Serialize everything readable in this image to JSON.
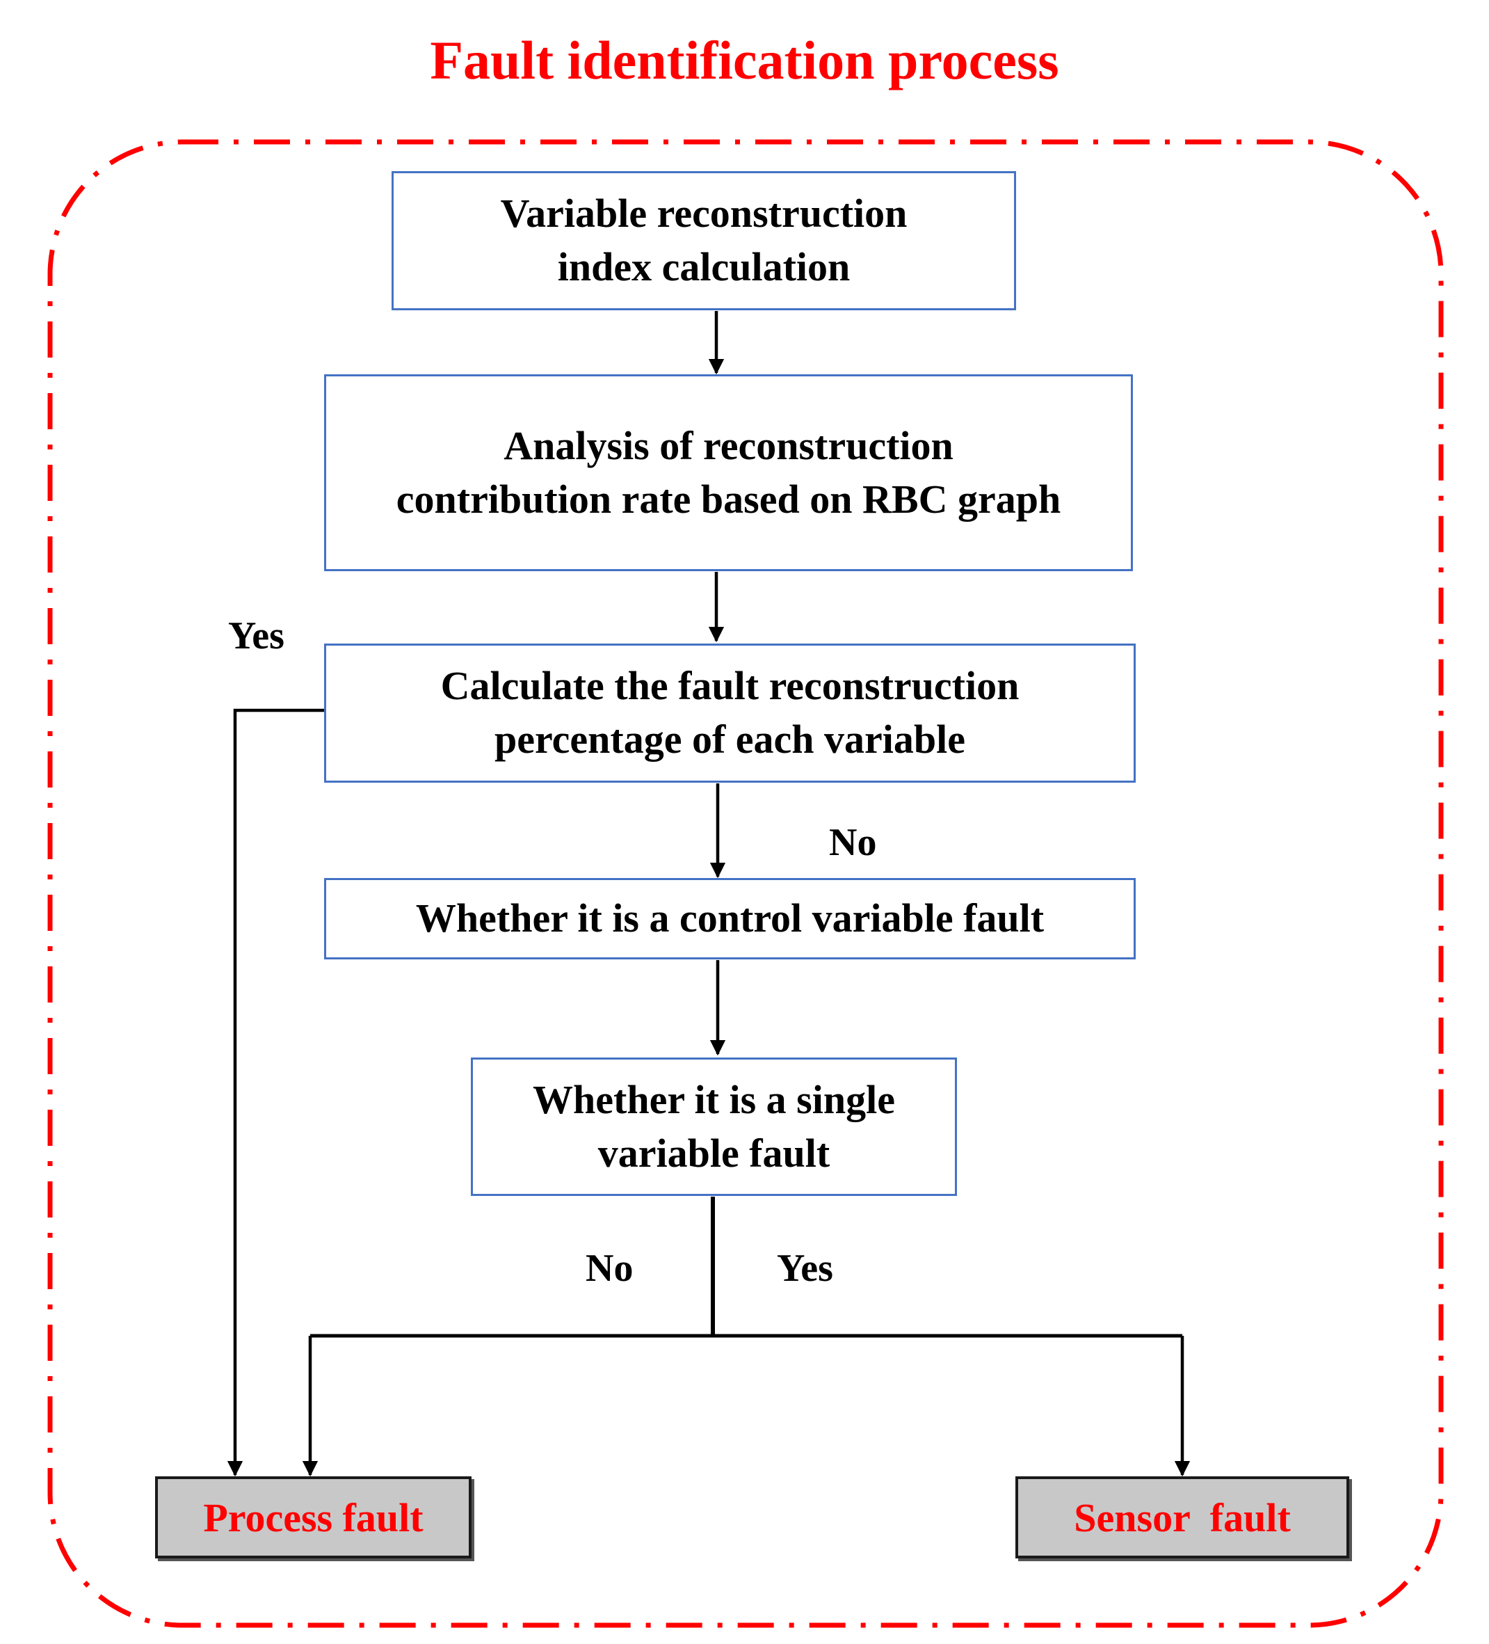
{
  "title": "Fault identification process",
  "nodes": {
    "step1": "Variable reconstruction index calculation",
    "step2": "Analysis of reconstruction contribution rate based on RBC graph",
    "step3": "Calculate the fault reconstruction percentage of each variable",
    "step4": "Whether it is a control variable fault",
    "step5": "Whether it is a single variable fault"
  },
  "outcomes": {
    "process": "Process fault",
    "sensor": "Sensor  fault"
  },
  "edge_labels": {
    "yes_left": "Yes",
    "no_control": "No",
    "no_single": "No",
    "yes_single": "Yes"
  },
  "colors": {
    "accent": "#ff0000",
    "box_border": "#4472c4",
    "outcome_fill": "#c8c8c8",
    "line": "#000000"
  }
}
